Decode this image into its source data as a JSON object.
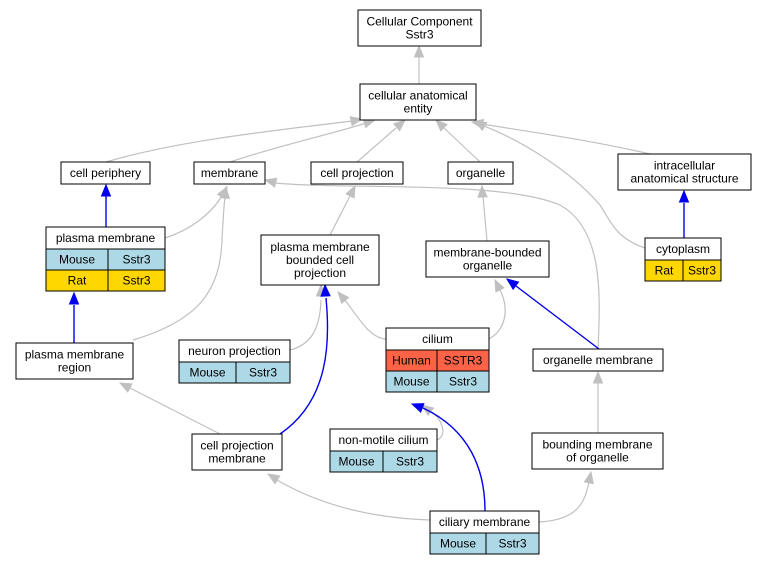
{
  "colors": {
    "node_stroke": "#000000",
    "gray_edge": "#c0c0c0",
    "blue_edge": "#0000ee",
    "mouse": "#add8e6",
    "rat": "#ffd700",
    "human": "#ff6347"
  },
  "nodes": {
    "root": {
      "lines": [
        "Cellular Component",
        "Sstr3"
      ]
    },
    "cae": {
      "lines": [
        "cellular anatomical",
        "entity"
      ]
    },
    "cell_periphery": {
      "lines": [
        "cell periphery"
      ]
    },
    "membrane": {
      "lines": [
        "membrane"
      ]
    },
    "cell_projection": {
      "lines": [
        "cell projection"
      ]
    },
    "organelle": {
      "lines": [
        "organelle"
      ]
    },
    "intracellular": {
      "lines": [
        "intracellular",
        "anatomical structure"
      ]
    },
    "plasma_membrane": {
      "lines": [
        "plasma membrane"
      ],
      "annotations": [
        {
          "organism": "Mouse",
          "gene": "Sstr3",
          "color_key": "mouse"
        },
        {
          "organism": "Rat",
          "gene": "Sstr3",
          "color_key": "rat"
        }
      ]
    },
    "pm_bounded": {
      "lines": [
        "plasma membrane",
        "bounded cell",
        "projection"
      ]
    },
    "mb_organelle": {
      "lines": [
        "membrane-bounded",
        "organelle"
      ]
    },
    "cytoplasm": {
      "lines": [
        "cytoplasm"
      ],
      "annotations": [
        {
          "organism": "Rat",
          "gene": "Sstr3",
          "color_key": "rat"
        }
      ]
    },
    "pm_region": {
      "lines": [
        "plasma membrane",
        "region"
      ]
    },
    "neuron_projection": {
      "lines": [
        "neuron projection"
      ],
      "annotations": [
        {
          "organism": "Mouse",
          "gene": "Sstr3",
          "color_key": "mouse"
        }
      ]
    },
    "cilium": {
      "lines": [
        "cilium"
      ],
      "annotations": [
        {
          "organism": "Human",
          "gene": "SSTR3",
          "color_key": "human"
        },
        {
          "organism": "Mouse",
          "gene": "Sstr3",
          "color_key": "mouse"
        }
      ]
    },
    "organelle_membrane": {
      "lines": [
        "organelle membrane"
      ]
    },
    "cp_membrane": {
      "lines": [
        "cell projection",
        "membrane"
      ]
    },
    "non_motile": {
      "lines": [
        "non-motile cilium"
      ],
      "annotations": [
        {
          "organism": "Mouse",
          "gene": "Sstr3",
          "color_key": "mouse"
        }
      ]
    },
    "bounding_membrane": {
      "lines": [
        "bounding membrane",
        "of organelle"
      ]
    },
    "ciliary_membrane": {
      "lines": [
        "ciliary membrane"
      ],
      "annotations": [
        {
          "organism": "Mouse",
          "gene": "Sstr3",
          "color_key": "mouse"
        }
      ]
    }
  },
  "edges": [
    {
      "id": "cae-root",
      "kind": "gray"
    },
    {
      "id": "cellperiphery-cae",
      "kind": "gray"
    },
    {
      "id": "membrane-cae",
      "kind": "gray"
    },
    {
      "id": "cellprojection-cae",
      "kind": "gray"
    },
    {
      "id": "organelle-cae",
      "kind": "gray"
    },
    {
      "id": "intracellular-cae",
      "kind": "gray"
    },
    {
      "id": "cytoplasm-cae",
      "kind": "gray"
    },
    {
      "id": "plasmamembrane-cellperiphery",
      "kind": "blue"
    },
    {
      "id": "plasmamembrane-membrane",
      "kind": "gray"
    },
    {
      "id": "pmregion-membrane",
      "kind": "gray"
    },
    {
      "id": "organellemembrane-membrane",
      "kind": "gray"
    },
    {
      "id": "pmbounded-cellprojection",
      "kind": "gray"
    },
    {
      "id": "mborganelle-organelle",
      "kind": "gray"
    },
    {
      "id": "cytoplasm-intracellular",
      "kind": "blue"
    },
    {
      "id": "pmregion-plasmamembrane",
      "kind": "blue"
    },
    {
      "id": "neuronprojection-pmbounded",
      "kind": "gray"
    },
    {
      "id": "cilium-pmbounded",
      "kind": "gray"
    },
    {
      "id": "cpmembrane-pmbounded",
      "kind": "blue"
    },
    {
      "id": "cilium-mborganelle",
      "kind": "gray"
    },
    {
      "id": "organellemembrane-mborganelle",
      "kind": "blue"
    },
    {
      "id": "boundingmembrane-organellemembrane",
      "kind": "gray"
    },
    {
      "id": "cpmembrane-pmregion",
      "kind": "gray"
    },
    {
      "id": "nonmotile-cilium",
      "kind": "gray"
    },
    {
      "id": "ciliarymembrane-cilium",
      "kind": "blue"
    },
    {
      "id": "ciliarymembrane-cpmembrane",
      "kind": "gray"
    },
    {
      "id": "ciliarymembrane-boundingmembrane",
      "kind": "gray"
    }
  ]
}
